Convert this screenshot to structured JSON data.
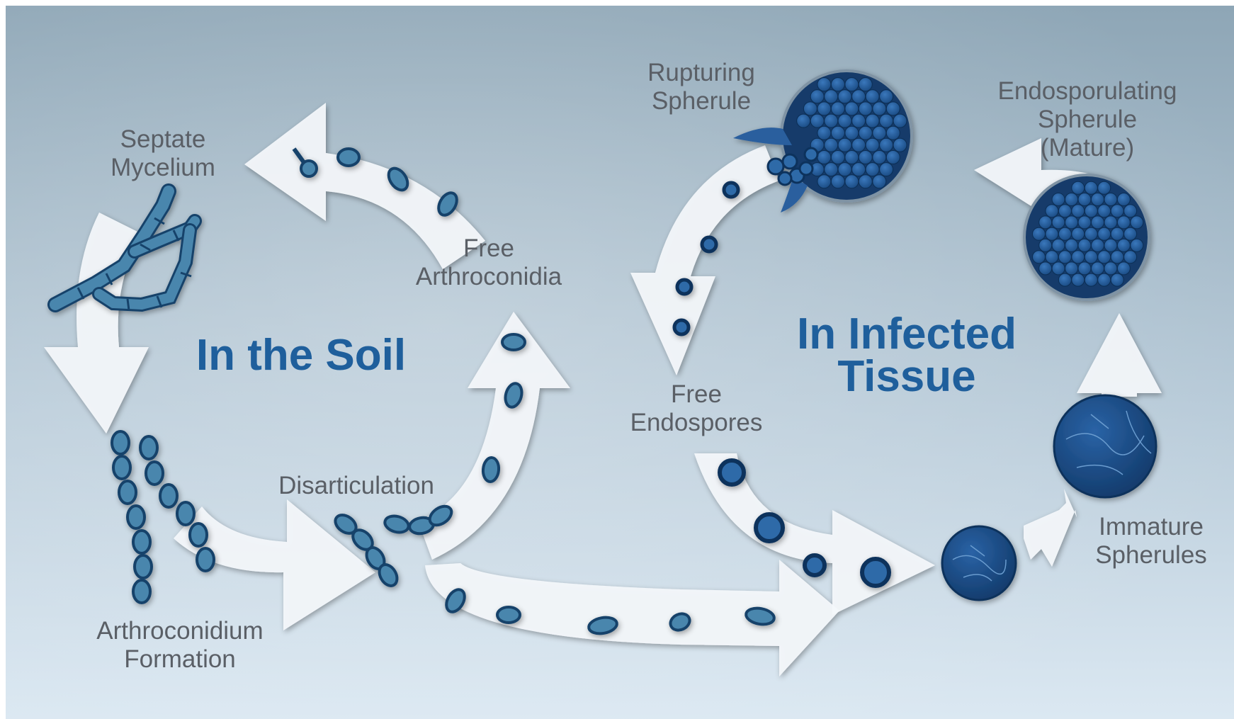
{
  "diagram": {
    "regions": {
      "soil": "In the Soil",
      "tissue_line1": "In Infected",
      "tissue_line2": "Tissue"
    },
    "stages": {
      "septate_mycelium": [
        "Septate",
        "Mycelium"
      ],
      "arthroconidium_formation": [
        "Arthroconidium",
        "Formation"
      ],
      "disarticulation": [
        "Disarticulation"
      ],
      "free_arthroconidia": [
        "Free",
        "Arthroconidia"
      ],
      "free_endospores": [
        "Free",
        "Endospores"
      ],
      "immature_spherules": [
        "Immature",
        "Spherules"
      ],
      "endosporulating_spherule": [
        "Endosporulating",
        "Spherule",
        "(Mature)"
      ],
      "rupturing_spherule": [
        "Rupturing",
        "Spherule"
      ]
    },
    "colors": {
      "background_top": "#8ea6b6",
      "background_bottom": "#dbe8f2",
      "arrow_fill": "#f4f8fb",
      "cell_fill": "#4a86ad",
      "cell_outline": "#17436b",
      "spherule_fill": "#1c4e8a",
      "spherule_dark": "#123a6a",
      "region_text": "#1f5f9c",
      "label_text": "#5a5f66"
    }
  }
}
